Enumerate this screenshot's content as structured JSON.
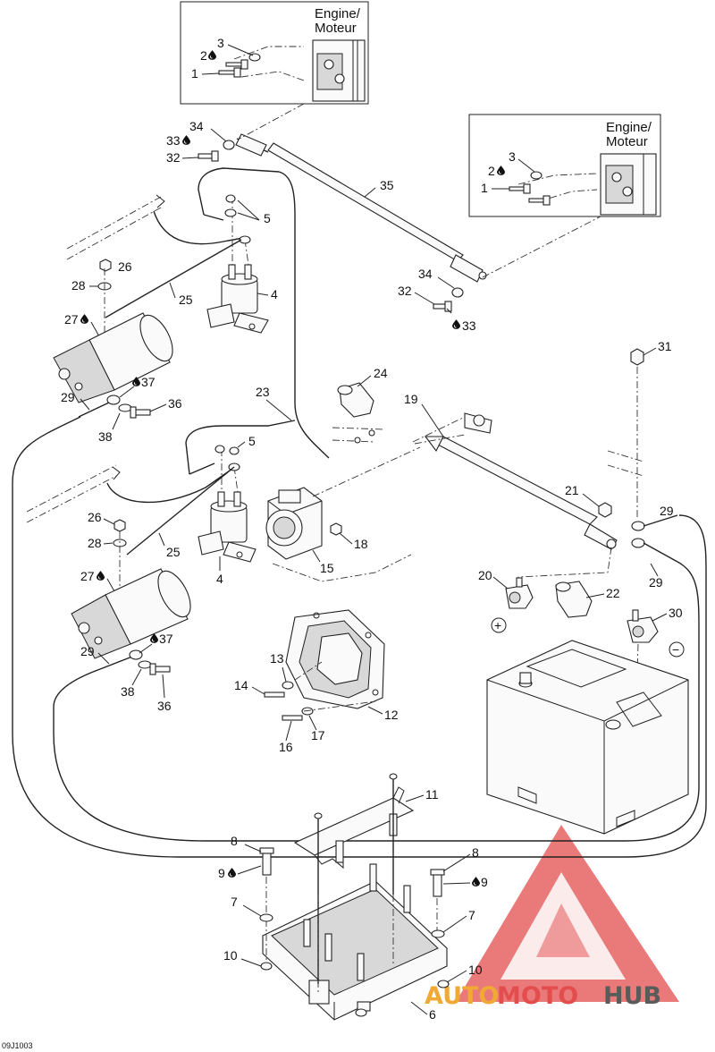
{
  "engine_box_top": {
    "line1": "Engine/",
    "line2": "Moteur"
  },
  "engine_box_right": {
    "line1": "Engine/",
    "line2": "Moteur"
  },
  "labels": {
    "n1a": "1",
    "n2a": "2",
    "n3a": "3",
    "n1b": "1",
    "n2b": "2",
    "n3b": "3",
    "n4a": "4",
    "n4b": "4",
    "n5a": "5",
    "n5b": "5",
    "n6": "6",
    "n7a": "7",
    "n7b": "7",
    "n8a": "8",
    "n8b": "8",
    "n9a": "9",
    "n9b": "9",
    "n10a": "10",
    "n10b": "10",
    "n11": "11",
    "n12": "12",
    "n13": "13",
    "n14": "14",
    "n15": "15",
    "n16": "16",
    "n17": "17",
    "n18": "18",
    "n19": "19",
    "n20": "20",
    "n21": "21",
    "n22": "22",
    "n23": "23",
    "n24": "24",
    "n25a": "25",
    "n25b": "25",
    "n26a": "26",
    "n26b": "26",
    "n27a": "27",
    "n27b": "27",
    "n28a": "28",
    "n28b": "28",
    "n29a": "29",
    "n29b": "29",
    "n29c": "29",
    "n30": "30",
    "n31": "31",
    "n32a": "32",
    "n32b": "32",
    "n33a": "33",
    "n33b": "33",
    "n34a": "34",
    "n34b": "34",
    "n35": "35",
    "n36a": "36",
    "n36b": "36",
    "n37a": "37",
    "n37b": "37",
    "n38a": "38",
    "n38b": "38"
  },
  "polarity": {
    "plus": "+",
    "minus": "−"
  },
  "footer_code": "09J1003",
  "watermark": {
    "prefix": "AUTO",
    "middle": "MOTO",
    "suffix": "HUB"
  },
  "colors": {
    "watermark_red": "#e03a3a",
    "watermark_orange": "#f0a020",
    "watermark_grey": "#4a4a4a"
  }
}
